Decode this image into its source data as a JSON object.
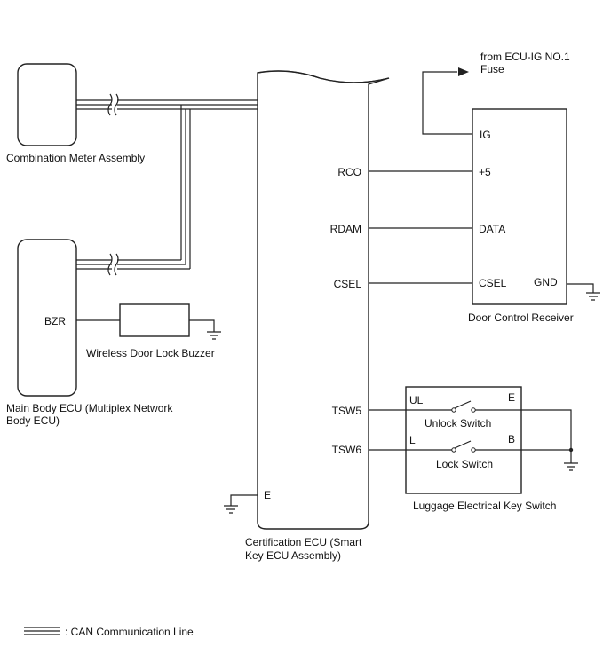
{
  "components": {
    "combination_meter": "Combination Meter Assembly",
    "main_body_ecu_line1": "Main Body ECU (Multiplex Network",
    "main_body_ecu_line2": "Body ECU)",
    "buzzer": "Wireless Door Lock Buzzer",
    "certification_ecu_line1": "Certification ECU (Smart",
    "certification_ecu_line2": "Key ECU Assembly)",
    "door_control_receiver": "Door Control Receiver",
    "luggage_key_switch": "Luggage Electrical Key Switch",
    "unlock_switch": "Unlock Switch",
    "lock_switch": "Lock Switch"
  },
  "power_source": {
    "line1": "from ECU-IG NO.1",
    "line2": "Fuse"
  },
  "terminals": {
    "bzr": "BZR",
    "rco": "RCO",
    "rdam": "RDAM",
    "csel_ecu": "CSEL",
    "tsw5": "TSW5",
    "tsw6": "TSW6",
    "e_ecu": "E",
    "ig": "IG",
    "plus5": "+5",
    "data": "DATA",
    "csel_rcv": "CSEL",
    "gnd": "GND",
    "ul": "UL",
    "e_sw": "E",
    "l": "L",
    "b": "B"
  },
  "legend": {
    "can_line": ": CAN Communication Line"
  }
}
